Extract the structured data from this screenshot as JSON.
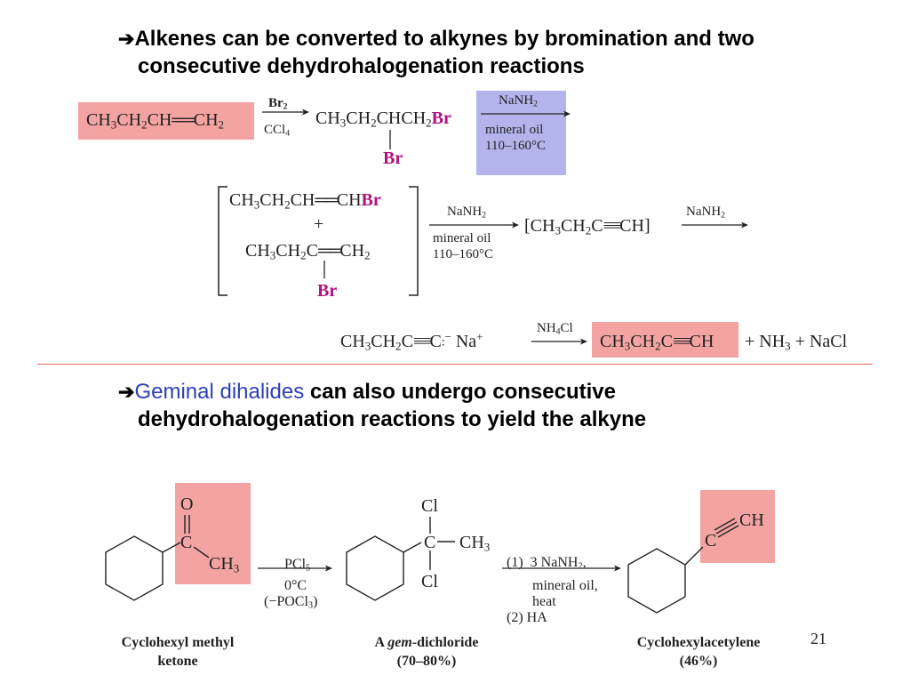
{
  "slide": {
    "page_number": "21",
    "section1": {
      "arrow": "➔",
      "line1": "Alkenes can be converted to alkynes by bromination and two",
      "line2": "consecutive dehydrohalogenation reactions"
    },
    "section2": {
      "arrow": "➔",
      "highlight": "Geminal dihalides",
      "rest1": " can also undergo consecutive",
      "line2": "dehydrohalogenation reactions to yield the alkyne"
    },
    "reaction1": {
      "reagent_top": "Br2",
      "reagent_bottom": "CCl4",
      "product_br": "Br",
      "nanh2": "NaNH2",
      "mineral_oil": "mineral oil",
      "temperature": "110–160°C"
    },
    "reaction2": {
      "plus": "+",
      "br": "Br",
      "nanh2": "NaNH2",
      "mineral_oil": "mineral oil",
      "temperature": "110–160°C",
      "nanh2_2": "NaNH2"
    },
    "reaction3": {
      "nh4cl": "NH4Cl",
      "plus1": "+ NH",
      "plus2": "+ NaCl"
    },
    "reaction4": {
      "o": "O",
      "c1": "C",
      "ch3_1": "CH",
      "pcl5": "PCl",
      "temp": "0°C",
      "pocl3": "(−POCl",
      "cl_top": "Cl",
      "c2": "C",
      "ch3_2": "CH",
      "cl_bottom": "Cl",
      "step1": "(1)  3 NaNH",
      "mineral_oil": "mineral oil,",
      "heat": "heat",
      "step2": "(2)  HA",
      "c3": "C",
      "ch": "CH"
    },
    "captions": {
      "ketone_line1": "Cyclohexyl methyl",
      "ketone_line2": "ketone",
      "dichloride_a": "A ",
      "dichloride_gem": "gem",
      "dichloride_rest": "-dichloride",
      "dichloride_yield": "(70–80%)",
      "alkyne_name": "Cyclohexylacetylene",
      "alkyne_yield": "(46%)"
    },
    "colors": {
      "pink_highlight": "#f4a3a3",
      "purple_highlight": "#b4b4ec",
      "magenta_text": "#b0127f",
      "blue_text": "#2e3fb5",
      "separator": "#e86a5a"
    }
  }
}
